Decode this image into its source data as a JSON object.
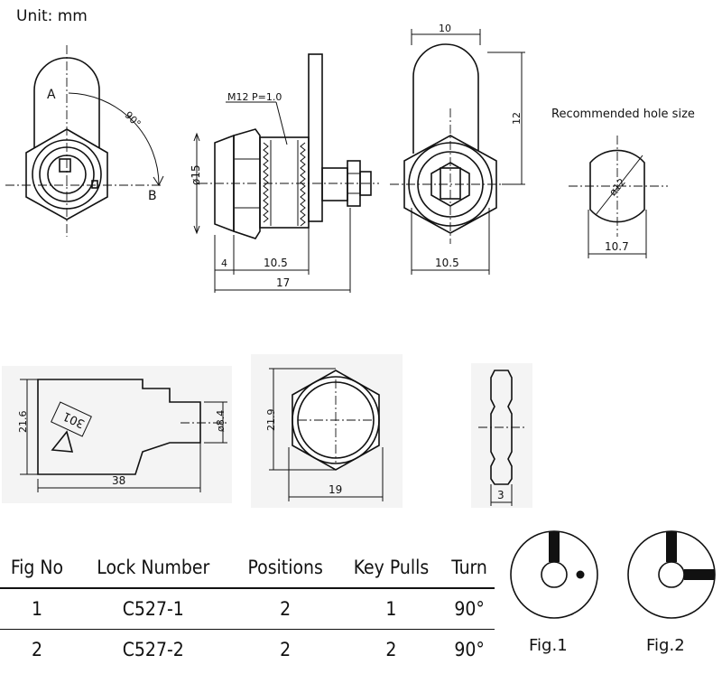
{
  "unit_label": "Unit:  mm",
  "recommended_hole_label": "Recommended  hole  size",
  "front_view": {
    "point_a": "A",
    "point_b": "B",
    "angle": "90°"
  },
  "side_view": {
    "thread": "M12  P=1.0",
    "dim_diameter": "ø15",
    "dim_flange": "4",
    "dim_body": "10.5",
    "dim_overall": "17"
  },
  "rear_view": {
    "dim_width": "10",
    "dim_height": "12",
    "dim_bottom": "10.5"
  },
  "hole_view": {
    "dim_diameter": "ø12",
    "dim_flat": "10.7"
  },
  "key_view": {
    "dim_height": "21.6",
    "dim_length": "38",
    "dim_blade": "ø8.4",
    "key_code": "301"
  },
  "nut_view": {
    "dim_height": "21.9",
    "dim_width": "19"
  },
  "nut_side_view": {
    "dim_thickness": "3"
  },
  "table": {
    "headers": [
      "Fig  No",
      "Lock  Number",
      "Positions",
      "Key  Pulls",
      "Turn"
    ],
    "rows": [
      [
        "1",
        "C527-1",
        "2",
        "1",
        "90°"
      ],
      [
        "2",
        "C527-2",
        "2",
        "2",
        "90°"
      ]
    ]
  },
  "fig1_label": "Fig.1",
  "fig2_label": "Fig.2"
}
